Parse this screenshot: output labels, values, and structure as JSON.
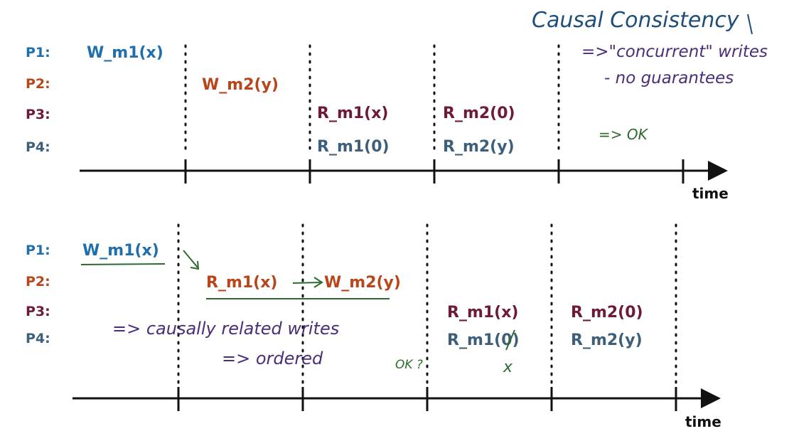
{
  "title": "Causal Consistency",
  "colors": {
    "p1": "#1f6fae",
    "p2": "#b8461a",
    "p3": "#6e1a35",
    "p4": "#3d5f7a",
    "note_purple": "#4b2d7a",
    "note_green": "#2d6a2d",
    "title_blue": "#1f4e7a",
    "axis": "#111111"
  },
  "top": {
    "labels": [
      "P1:",
      "P2:",
      "P3:",
      "P4:"
    ],
    "ops": {
      "p1": "W_m1(x)",
      "p2": "W_m2(y)",
      "p3_a": "R_m1(x)",
      "p3_b": "R_m2(0)",
      "p4_a": "R_m1(0)",
      "p4_b": "R_m2(y)"
    },
    "axis_label": "time",
    "notes": {
      "concurrent": "=>\"concurrent\" writes",
      "no_guarantees": "- no guarantees",
      "ok": "=> OK"
    }
  },
  "bottom": {
    "labels": [
      "P1:",
      "P2:",
      "P3:",
      "P4:"
    ],
    "ops": {
      "p1": "W_m1(x)",
      "p2_a": "R_m1(x)",
      "p2_b": "W_m2(y)",
      "p3_a": "R_m1(x)",
      "p3_b": "R_m2(0)",
      "p4_a": "R_m1(0)",
      "p4_b": "R_m2(y)"
    },
    "axis_label": "time",
    "notes": {
      "causal": "=> causally related writes",
      "ordered": "=> ordered",
      "ok_q": "OK ?",
      "x_mark": "x"
    }
  }
}
